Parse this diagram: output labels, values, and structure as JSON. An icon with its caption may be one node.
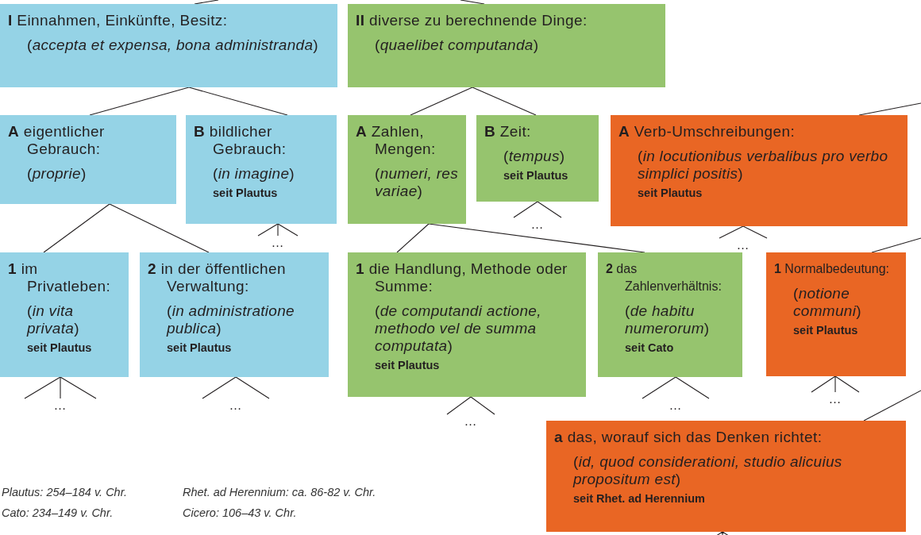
{
  "diagram": {
    "nodes": [
      {
        "text": [
          "**I** Einnahmen, Einkünfte, Besitz:",
          "(*accepta et expensa, bona administranda*)"
        ]
      },
      {
        "text": [
          "**II** diverse zu berechnende Dinge:",
          "(*quaelibet computanda*)"
        ]
      },
      {
        "text": [
          "**A** eigentlicher Gebrauch:",
          "(*proprie*)"
        ]
      },
      {
        "text": [
          "**B** bildlicher Gebrauch:",
          "(*in imagine*)",
          "seit Plautus"
        ]
      },
      {
        "text": [
          "**A** Zahlen, Mengen:",
          "(*numeri, res variae*)"
        ]
      },
      {
        "text": [
          "**B** Zeit:",
          "(*tempus*)",
          "seit Plautus"
        ]
      },
      {
        "text": [
          "**A** Verb-Umschreibungen:",
          "(*in locutionibus verbalibus pro verbo simplici positis*)",
          "seit Plautus"
        ]
      },
      {
        "text": [
          "**1** im Privatleben:",
          "(*in vita privata*)",
          "seit Plautus"
        ]
      },
      {
        "text": [
          "**2** in der öffentlichen Verwaltung:",
          "(*in administratione publica*)",
          "seit Plautus"
        ]
      },
      {
        "text": [
          "**1** die Handlung, Methode oder Summe:",
          "(*de computandi actione, methodo vel de summa computata*)",
          "seit Plautus"
        ]
      },
      {
        "text": [
          "**2** das Zahlenverhältnis:",
          "(*de habitu numerorum*)",
          "seit Cato"
        ]
      },
      {
        "text": [
          "**1** Normalbedeutung:",
          "(*notione communi*)",
          "seit Plautus"
        ]
      },
      {
        "text": [
          "**a** das, worauf sich das Denken richtet:",
          "(*id, quod considerationi, studio alicuius propositum est*)",
          "seit Rhet. ad Herennium"
        ]
      },
      {
        "text": [
          "…"
        ]
      },
      {
        "text": [
          "…"
        ]
      },
      {
        "text": [
          "…"
        ]
      },
      {
        "text": [
          "…"
        ]
      },
      {
        "text": [
          "…"
        ]
      },
      {
        "text": [
          "…"
        ]
      },
      {
        "text": [
          "…"
        ]
      },
      {
        "text": [
          "…"
        ]
      }
    ],
    "edges": [
      {
        "from": null,
        "to": 0,
        "arrow": "none"
      },
      {
        "from": null,
        "to": 1,
        "arrow": "none"
      },
      {
        "from": 0,
        "to": 2,
        "arrow": "none"
      },
      {
        "from": 0,
        "to": 3,
        "arrow": "none"
      },
      {
        "from": 1,
        "to": 4,
        "arrow": "none"
      },
      {
        "from": 1,
        "to": 5,
        "arrow": "none"
      },
      {
        "from": null,
        "to": 6,
        "arrow": "none"
      },
      {
        "from": 2,
        "to": 7,
        "arrow": "none"
      },
      {
        "from": 2,
        "to": 8,
        "arrow": "none"
      },
      {
        "from": 4,
        "to": 9,
        "arrow": "none"
      },
      {
        "from": 4,
        "to": 10,
        "arrow": "none"
      },
      {
        "from": null,
        "to": 11,
        "arrow": "none"
      },
      {
        "from": null,
        "to": 12,
        "arrow": "none"
      },
      {
        "from": 3,
        "to": 13,
        "arrow": "none"
      },
      {
        "from": 5,
        "to": 14,
        "arrow": "none"
      },
      {
        "from": 6,
        "to": 15,
        "arrow": "none"
      },
      {
        "from": 7,
        "to": 16,
        "arrow": "none"
      },
      {
        "from": 8,
        "to": 17,
        "arrow": "none"
      },
      {
        "from": 9,
        "to": 18,
        "arrow": "none"
      },
      {
        "from": 10,
        "to": 19,
        "arrow": "none"
      },
      {
        "from": 11,
        "to": 20,
        "arrow": "none"
      },
      {
        "from": 12,
        "to": null,
        "arrow": "none"
      }
    ],
    "labels": [
      "Plautus: 254–184 v. Chr.",
      "Rhet. ad Herennium: ca. 86-82 v. Chr.",
      "Cato: 234–149 v. Chr.",
      "Cicero: 106–43 v. Chr."
    ]
  }
}
